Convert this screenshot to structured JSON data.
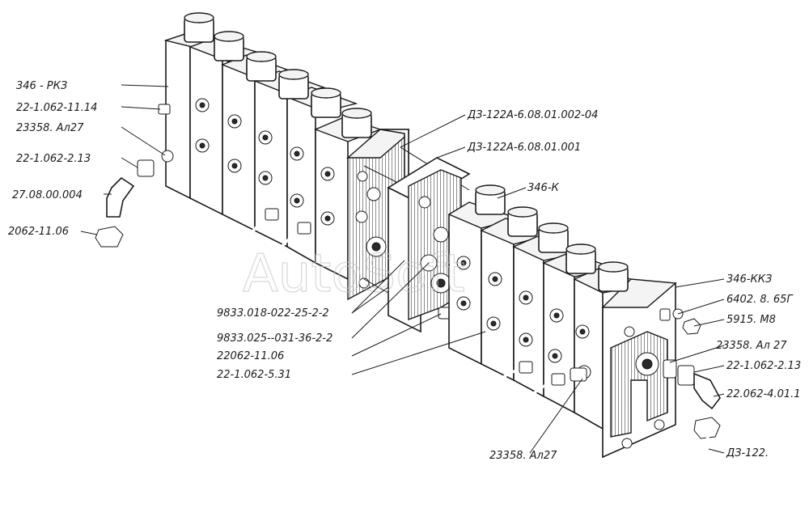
{
  "watermark": "AutoSoft",
  "labels": {
    "l1": "346 - РКЗ",
    "l2": "22-1.062-11.14",
    "l3": "23358. Ал27",
    "l4": "22-1.062-2.13",
    "l5": "27.08.00.004",
    "l6": "2062-11.06",
    "r1": "ДЗ-122А-6.08.01.002-04",
    "r2": "ДЗ-122А-6.08.01.001",
    "r3": "346-К",
    "r4": "346-ККЗ",
    "r5": "6402. 8. 65Г",
    "r6": "5915. М8",
    "r7": "23358. Ал 27",
    "r8": "22-1.062-2.13",
    "r9": "22.062-4.01.1",
    "r10": "ДЗ-122.",
    "b1": "9833.018-022-25-2-2",
    "b2": "9833.025--031-36-2-2",
    "b3": "22062-11.06",
    "b4": "22-1.062-5.31",
    "b5": "23358. Ал27"
  }
}
